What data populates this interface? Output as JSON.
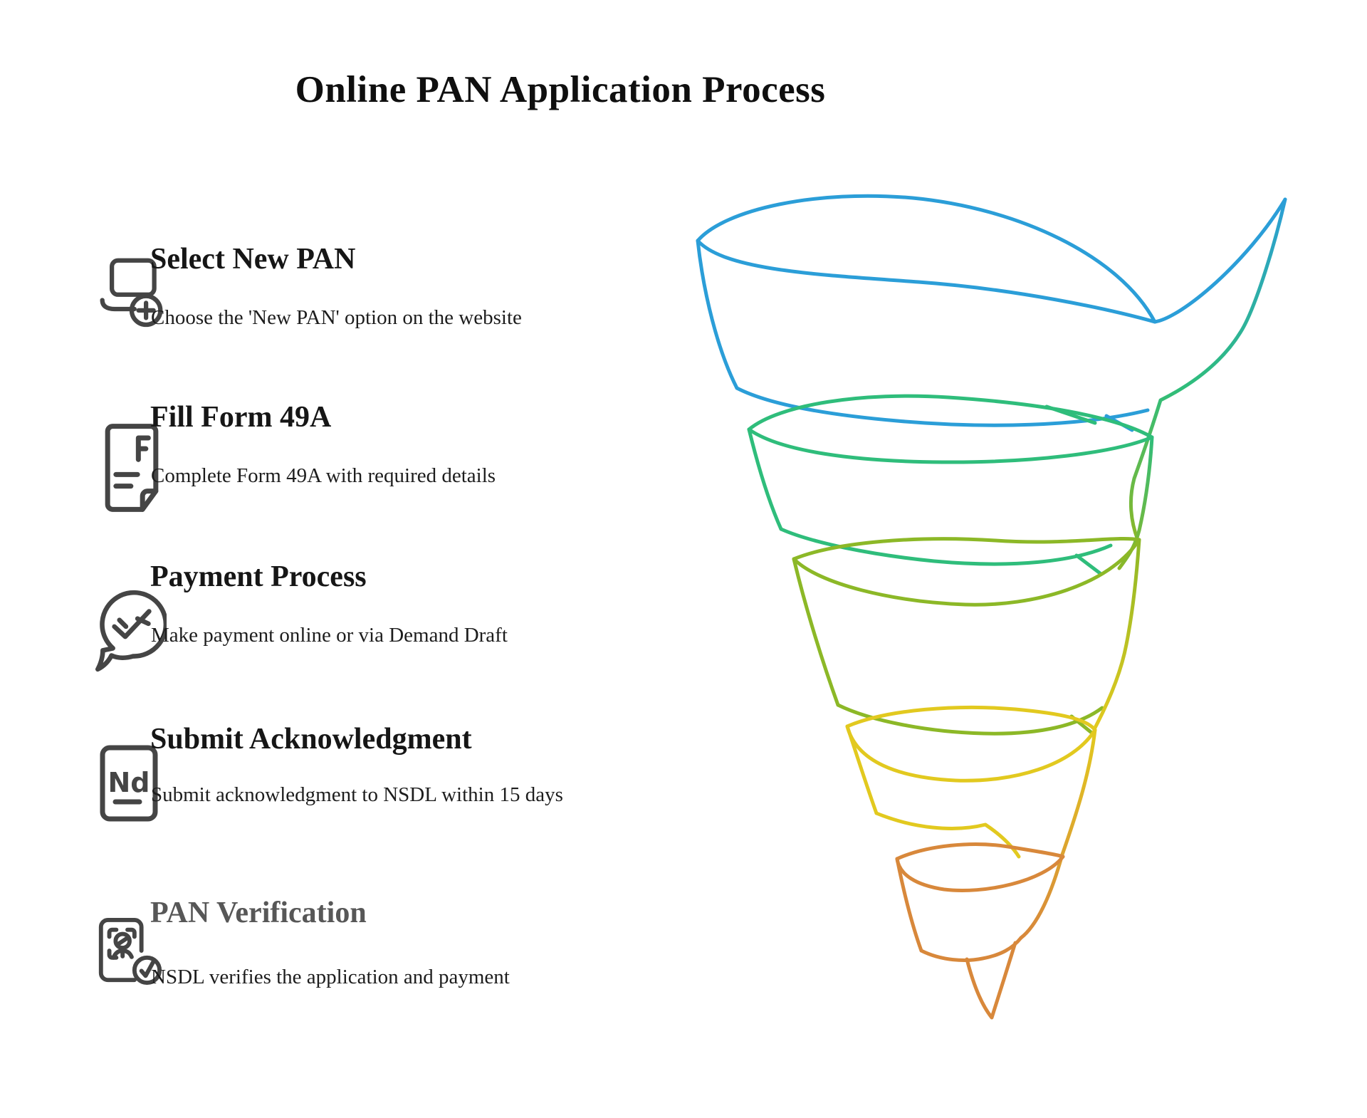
{
  "title": "Online PAN Application Process",
  "steps": [
    {
      "heading": "Select New PAN",
      "description": "Choose the 'New PAN' option on the website",
      "icon": "laptop-add-icon"
    },
    {
      "heading": "Fill Form 49A",
      "description": "Complete Form 49A with required details",
      "icon": "form-49a-document-icon"
    },
    {
      "heading": "Payment Process",
      "description": "Make payment online or via Demand Draft",
      "icon": "payment-check-bubble-icon"
    },
    {
      "heading": "Submit Acknowledgment",
      "description": "Submit acknowledgment to NSDL within 15 days",
      "icon": "nsdl-acknowledgment-icon"
    },
    {
      "heading": "PAN Verification",
      "description": "NSDL verifies the application and payment",
      "icon": "pan-verification-id-icon"
    }
  ],
  "icon_labels": {
    "form": "F",
    "acknowledgment": "Nd"
  },
  "funnel": {
    "type": "spiral-funnel",
    "loops": 5,
    "step_colors": [
      "#2B9ED8",
      "#2FBD7B",
      "#8CB827",
      "#E2C91F",
      "#D8883B"
    ]
  },
  "colors": {
    "heading": "#161616",
    "heading_muted": "#575757",
    "body": "#1d1d1d",
    "icon": "#454545",
    "background": "#ffffff"
  }
}
